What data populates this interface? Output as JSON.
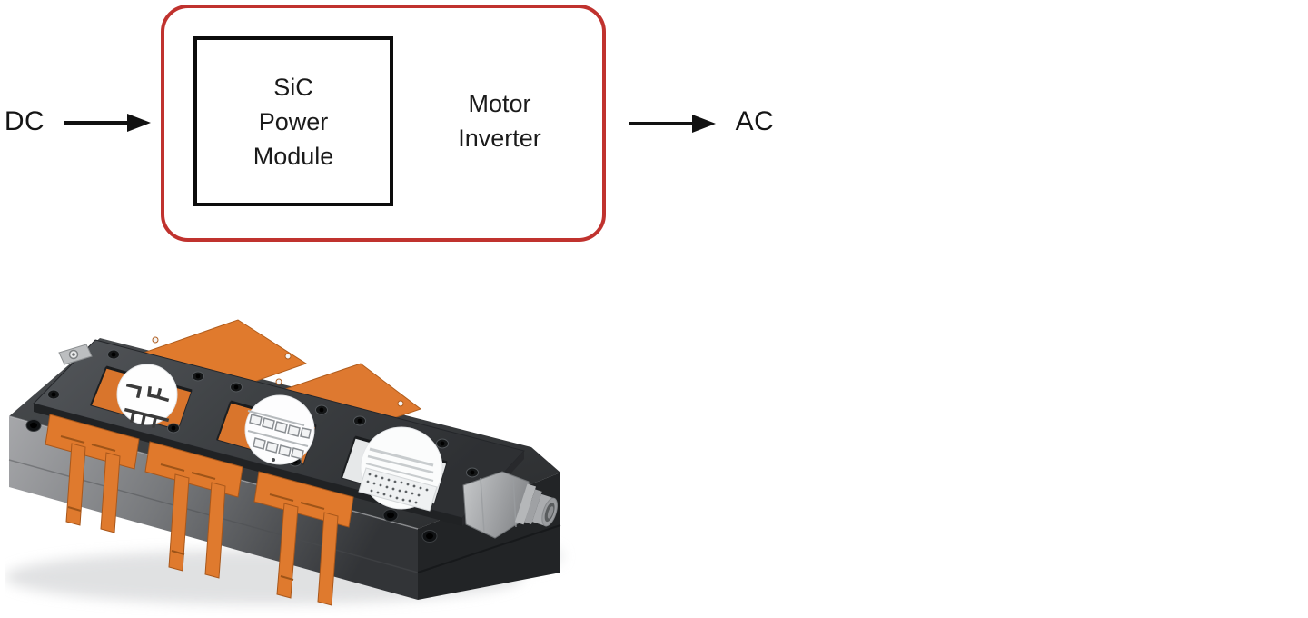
{
  "diagram": {
    "input_label": "DC",
    "output_label": "AC",
    "module_box": {
      "line1": "SiC",
      "line2": "Power",
      "line3": "Module"
    },
    "inverter_label": {
      "line1": "Motor",
      "line2": "Inverter"
    },
    "colors": {
      "outline_red": "#c0322e",
      "box_border": "#0c0c0c",
      "arrow_black": "#111111"
    }
  },
  "figure": {
    "subject": "SiC power module 3D render",
    "colors": {
      "copper_orange": "#df7a2e",
      "housing_dark": "#2f3134",
      "baseplate_gray": "#8f9093",
      "metal_silver": "#a9abae",
      "substrate_white": "#f4f5f6",
      "shadow": "#dcdee0"
    }
  }
}
